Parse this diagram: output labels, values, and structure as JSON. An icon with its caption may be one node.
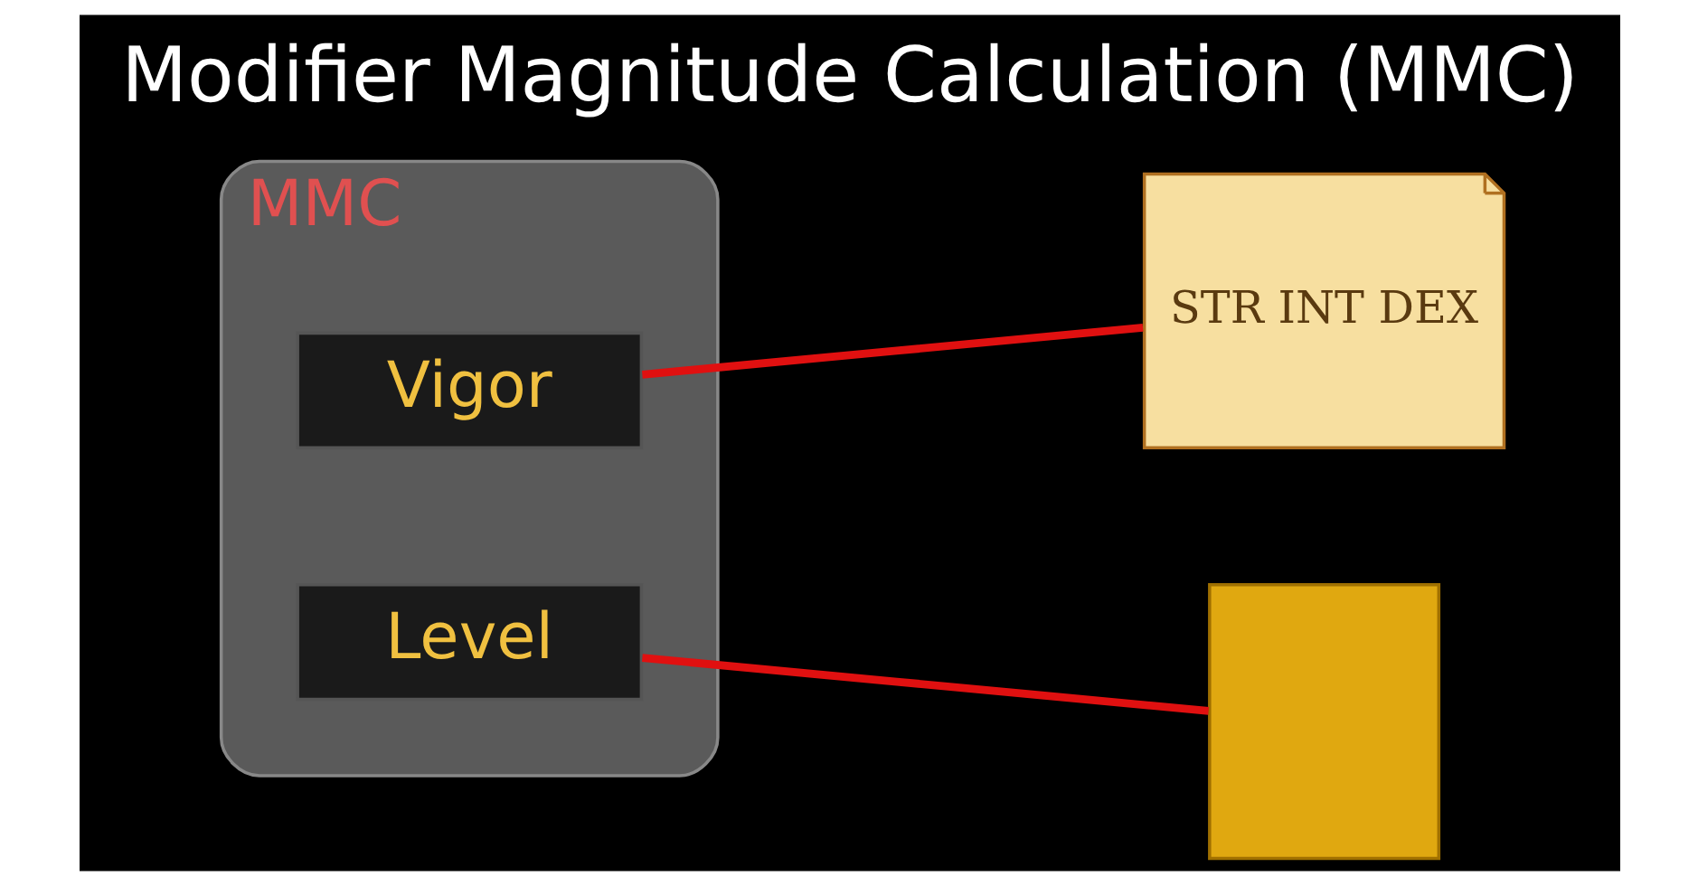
{
  "diagram": {
    "title": "Modifier Magnitude Calculation (MMC)",
    "nodes": [
      {
        "text": [
          "MMC"
        ]
      },
      {
        "text": [
          "Vigor"
        ],
        "in": 0
      },
      {
        "text": [
          "Level"
        ],
        "in": 0
      },
      {
        "text": [
          "STR INT DEX"
        ]
      },
      {
        "text": [],
        "shape": "box"
      }
    ],
    "edges": [
      {
        "from": 1,
        "to": 3,
        "arrow": "none"
      },
      {
        "from": 2,
        "to": 4,
        "arrow": "none"
      }
    ]
  }
}
